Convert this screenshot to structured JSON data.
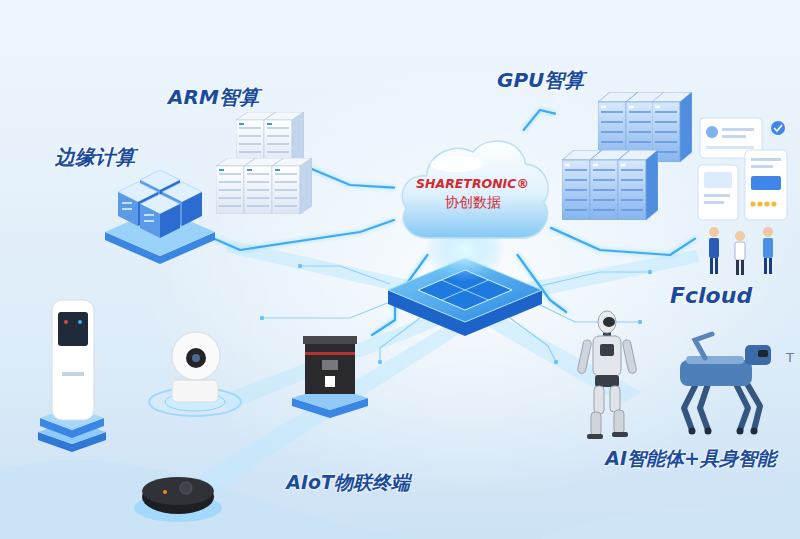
{
  "diagram": {
    "nodes": [
      {
        "text": [
          "ARM智算"
        ]
      },
      {
        "text": [
          "GPU智算"
        ]
      },
      {
        "text": [
          "边缘计算"
        ]
      },
      {
        "text": [
          "SHARETRONIC®",
          "协创数据"
        ]
      },
      {
        "text": [
          "Fcloud"
        ]
      },
      {
        "text": [
          "AIoT物联终端"
        ]
      },
      {
        "text": [
          "AI智能体+具身智能"
        ]
      }
    ],
    "edges": [
      {
        "from": 3,
        "to": 0,
        "arrow": "none"
      },
      {
        "from": 3,
        "to": 1,
        "arrow": "none"
      },
      {
        "from": 3,
        "to": 2,
        "arrow": "none"
      },
      {
        "from": 3,
        "to": 4,
        "arrow": "none"
      },
      {
        "from": 3,
        "to": 5,
        "arrow": "none"
      },
      {
        "from": 3,
        "to": 6,
        "arrow": "none"
      }
    ],
    "labels": [
      "T"
    ]
  }
}
